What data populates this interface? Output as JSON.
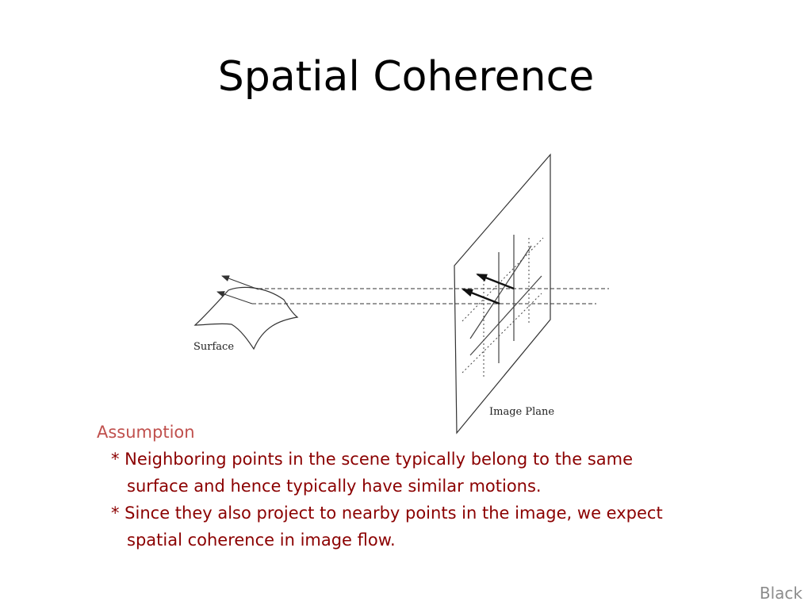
{
  "slide": {
    "title": "Spatial Coherence",
    "footer": "Black"
  },
  "diagram": {
    "surface_label": "Surface",
    "image_plane_label": "Image Plane"
  },
  "assumption": {
    "heading": "Assumption",
    "bullets": [
      {
        "line1": "* Neighboring points in the scene typically belong to the same",
        "line2": "surface and hence typically have similar motions."
      },
      {
        "line1": "* Since they also project to nearby points in the image, we expect",
        "line2": "spatial coherence in image flow."
      }
    ]
  },
  "colors": {
    "heading": "#c0504d",
    "body": "#8b0000",
    "footer": "#8c8c8c"
  }
}
